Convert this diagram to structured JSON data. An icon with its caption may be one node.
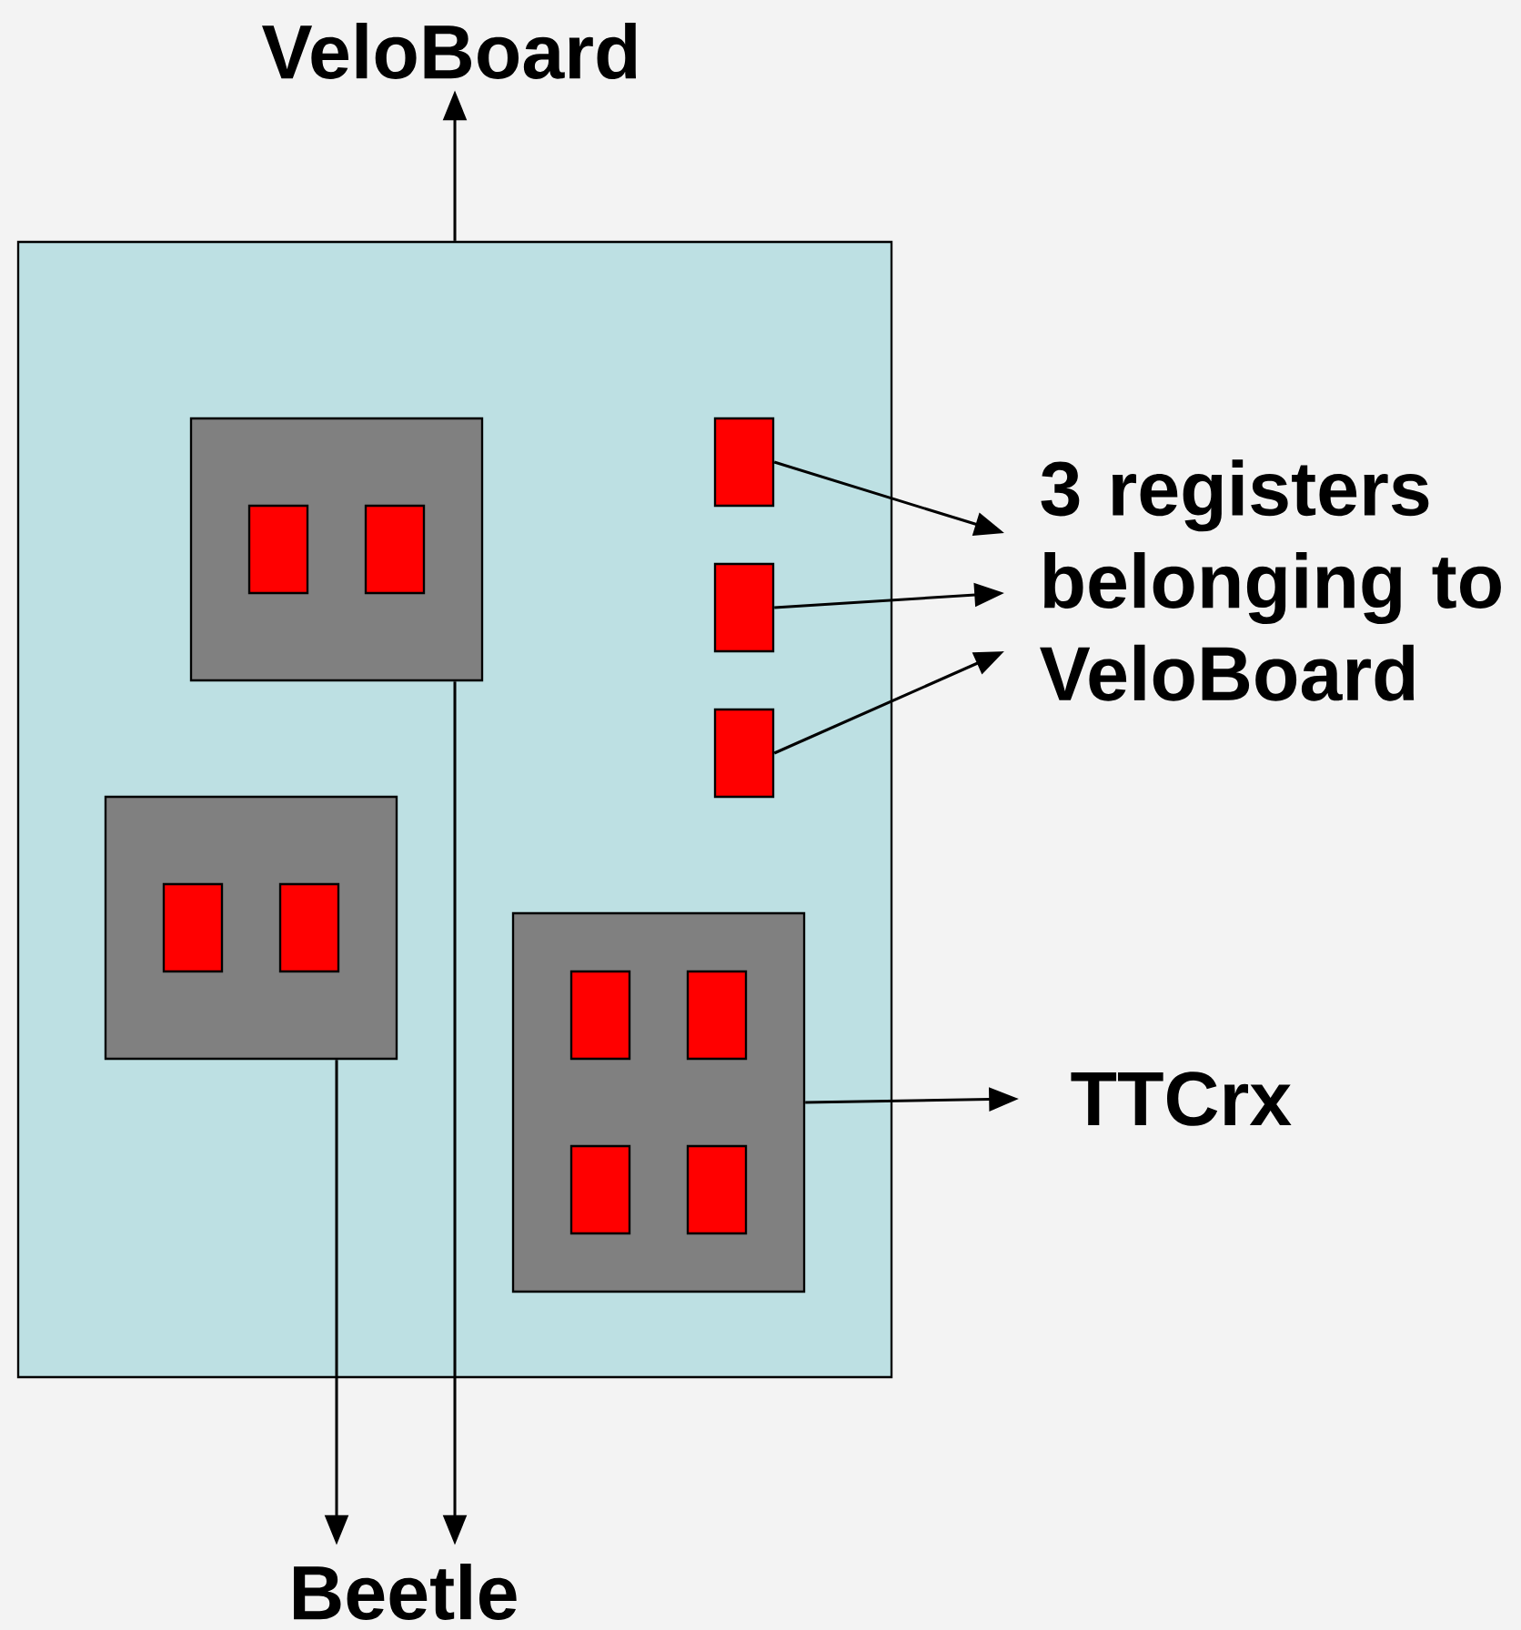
{
  "diagram": {
    "nodes": [
      {
        "text": [
          "VeloBoard"
        ]
      },
      {
        "text": [],
        "shape": "box"
      },
      {
        "text": [],
        "shape": "box",
        "in": 1
      },
      {
        "text": [],
        "shape": "box",
        "in": 2
      },
      {
        "text": [],
        "shape": "box",
        "in": 2
      },
      {
        "text": [],
        "shape": "box",
        "in": 1
      },
      {
        "text": [],
        "shape": "box",
        "in": 1
      },
      {
        "text": [],
        "shape": "box",
        "in": 1
      },
      {
        "text": [
          "3 registers belonging to VeloBoard"
        ]
      },
      {
        "text": [],
        "shape": "box",
        "in": 1
      },
      {
        "text": [],
        "shape": "box",
        "in": 9
      },
      {
        "text": [],
        "shape": "box",
        "in": 9
      },
      {
        "text": [],
        "shape": "box",
        "in": 1
      },
      {
        "text": [],
        "shape": "box",
        "in": 12
      },
      {
        "text": [],
        "shape": "box",
        "in": 12
      },
      {
        "text": [],
        "shape": "box",
        "in": 12
      },
      {
        "text": [],
        "shape": "box",
        "in": 12
      },
      {
        "text": [
          "TTCrx"
        ]
      },
      {
        "text": [
          "Beetle"
        ]
      }
    ],
    "edges": [
      {
        "from": 1,
        "to": 0,
        "arrow": "to"
      },
      {
        "from": 5,
        "to": 8,
        "arrow": "to"
      },
      {
        "from": 6,
        "to": 8,
        "arrow": "to"
      },
      {
        "from": 7,
        "to": 8,
        "arrow": "to"
      },
      {
        "from": 12,
        "to": 17,
        "arrow": "to"
      },
      {
        "from": 9,
        "to": 18,
        "arrow": "to"
      },
      {
        "from": 2,
        "to": 18,
        "arrow": "to"
      }
    ]
  }
}
